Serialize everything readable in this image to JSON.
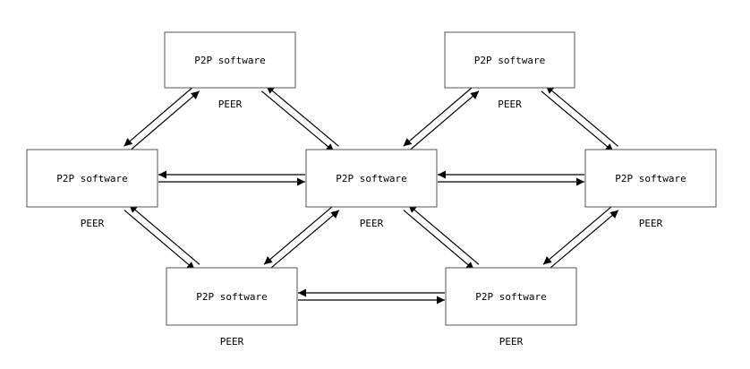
{
  "nodes": [
    {
      "id": "top-left",
      "label": "P2P software",
      "caption": "PEER"
    },
    {
      "id": "top-right",
      "label": "P2P software",
      "caption": "PEER"
    },
    {
      "id": "mid-left",
      "label": "P2P software",
      "caption": "PEER"
    },
    {
      "id": "center",
      "label": "P2P software",
      "caption": "PEER"
    },
    {
      "id": "mid-right",
      "label": "P2P software",
      "caption": "PEER"
    },
    {
      "id": "bottom-left",
      "label": "P2P software",
      "caption": "PEER"
    },
    {
      "id": "bottom-right",
      "label": "P2P software",
      "caption": "PEER"
    }
  ],
  "links": [
    {
      "a": "mid-left",
      "b": "top-left"
    },
    {
      "a": "top-left",
      "b": "center"
    },
    {
      "a": "center",
      "b": "top-right"
    },
    {
      "a": "top-right",
      "b": "mid-right"
    },
    {
      "a": "mid-left",
      "b": "center"
    },
    {
      "a": "center",
      "b": "mid-right"
    },
    {
      "a": "mid-left",
      "b": "bottom-left"
    },
    {
      "a": "bottom-left",
      "b": "center"
    },
    {
      "a": "center",
      "b": "bottom-right"
    },
    {
      "a": "bottom-right",
      "b": "mid-right"
    },
    {
      "a": "bottom-left",
      "b": "bottom-right"
    }
  ],
  "colors": {
    "line": "#000000",
    "border": "#555555"
  }
}
